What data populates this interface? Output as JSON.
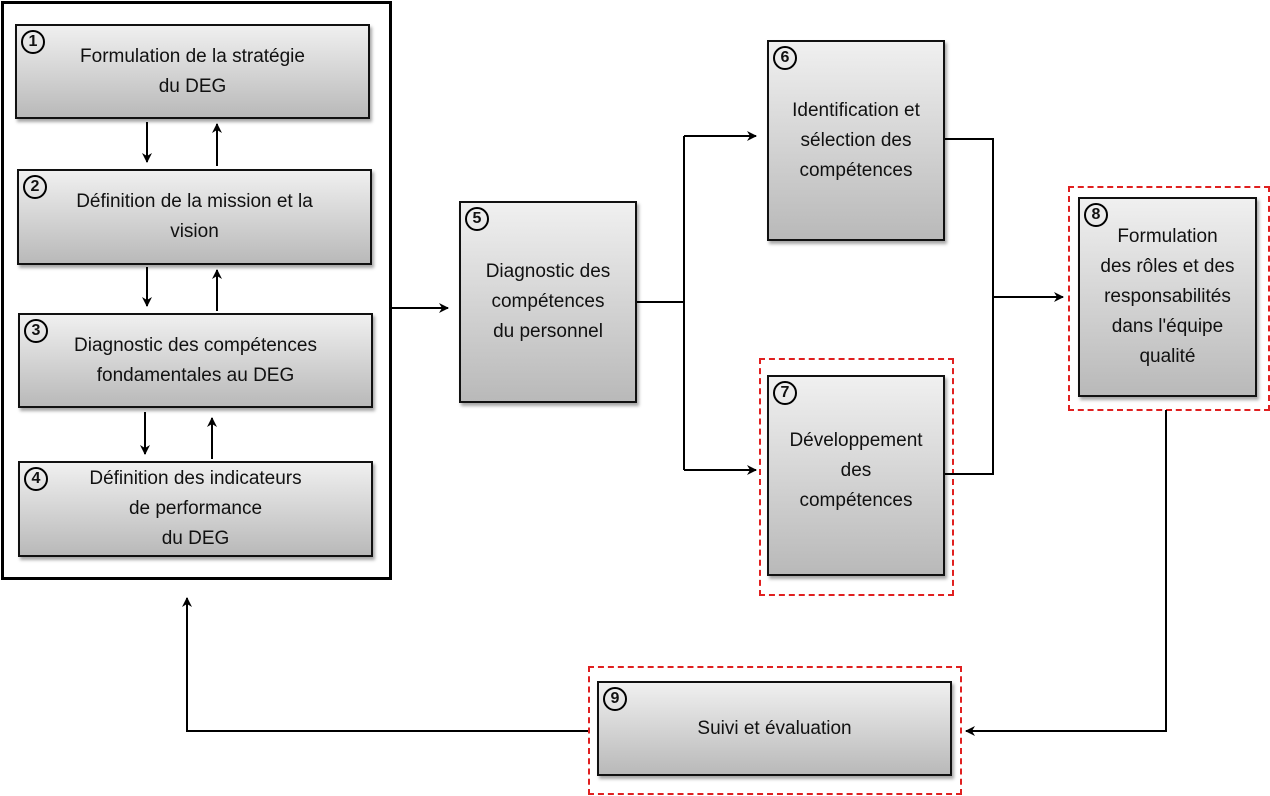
{
  "steps": [
    {
      "num": "1",
      "label": "Formulation de la stratégie\ndu DEG"
    },
    {
      "num": "2",
      "label": "Définition de la mission et  la\nvision"
    },
    {
      "num": "3",
      "label": "Diagnostic des compétences\nfondamentales au DEG"
    },
    {
      "num": "4",
      "label": "Définition des indicateurs\nde performance\ndu DEG"
    },
    {
      "num": "5",
      "label": "Diagnostic des\ncompétences\ndu personnel"
    },
    {
      "num": "6",
      "label": "Identification et\nsélection des\ncompétences"
    },
    {
      "num": "7",
      "label": "Développement\ndes\ncompétences"
    },
    {
      "num": "8",
      "label": "Formulation\ndes rôles et des\nresponsabilités\ndans l'équipe\nqualité"
    },
    {
      "num": "9",
      "label": "Suivi et évaluation"
    }
  ],
  "colors": {
    "highlight": "#e02020"
  }
}
